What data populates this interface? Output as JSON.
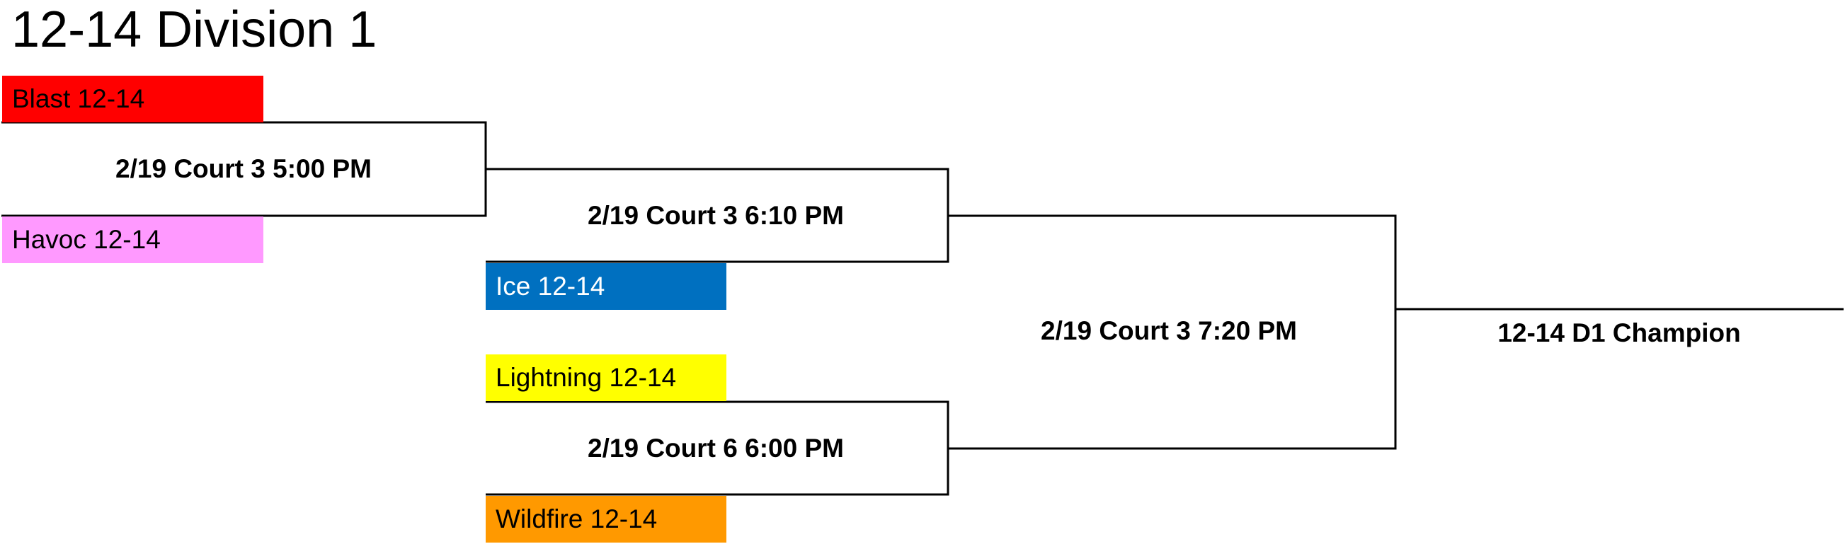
{
  "bracket": {
    "title": "12-14 Division 1",
    "teams": {
      "blast": {
        "name": "Blast 12-14",
        "color": "#ff0000",
        "text_color": "#000000"
      },
      "havoc": {
        "name": "Havoc 12-14",
        "color": "#ff99ff",
        "text_color": "#000000"
      },
      "ice": {
        "name": "Ice 12-14",
        "color": "#0070c0",
        "text_color": "#ffffff"
      },
      "lightning": {
        "name": "Lightning 12-14",
        "color": "#ffff00",
        "text_color": "#000000"
      },
      "wildfire": {
        "name": "Wildfire 12-14",
        "color": "#ff9900",
        "text_color": "#000000"
      }
    },
    "matches": {
      "round1": "2/19 Court 3 5:00 PM",
      "semi_top": "2/19 Court 3 6:10 PM",
      "semi_bottom": "2/19 Court 6 6:00 PM",
      "final": "2/19 Court 3 7:20 PM"
    },
    "champion_label": "12-14 D1 Champion"
  }
}
